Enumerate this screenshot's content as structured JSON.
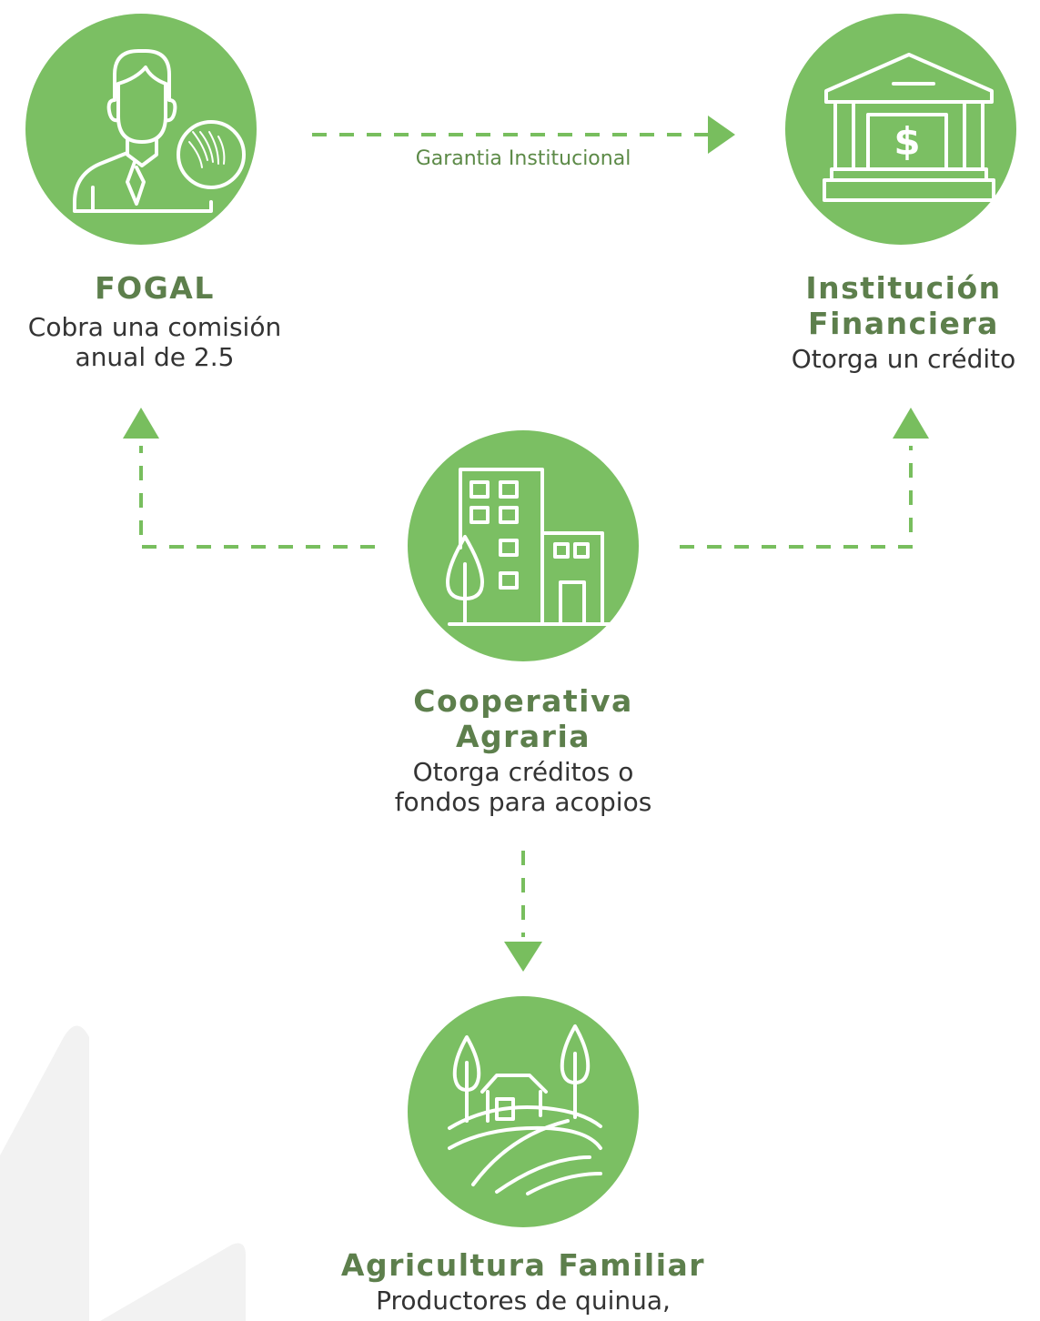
{
  "colors": {
    "node_fill": "#7BBF63",
    "arrow": "#78BE5E",
    "title_text": "#5D7F4C",
    "edge_label_text": "#5C8A47",
    "desc_text": "#333333",
    "watermark": "#F2F2F2"
  },
  "nodes": {
    "fogal": {
      "icon": "businessman-magnifier-icon",
      "title": "FOGAL",
      "desc": [
        "Cobra una comisión",
        "anual de 2.5"
      ]
    },
    "bank": {
      "icon": "bank-dollar-icon",
      "title": [
        "Institución",
        "Financiera"
      ],
      "desc": [
        "Otorga un crédito"
      ]
    },
    "coop": {
      "icon": "buildings-tree-icon",
      "title": [
        "Cooperativa",
        "Agraria"
      ],
      "desc": [
        "Otorga créditos o",
        "fondos para acopios"
      ]
    },
    "farm": {
      "icon": "farm-landscape-icon",
      "title": "Agricultura Familiar",
      "desc": [
        "Productores de quinua,"
      ]
    }
  },
  "edges": {
    "fogal_to_bank": {
      "label": "Garantia Institucional"
    }
  }
}
